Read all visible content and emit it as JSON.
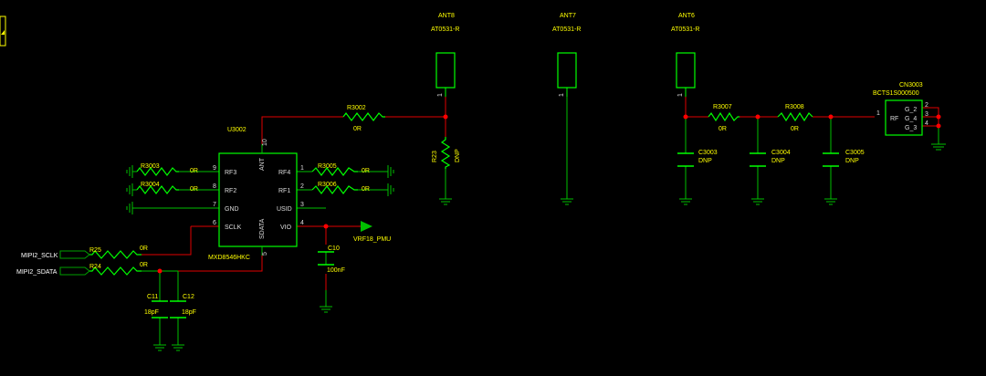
{
  "antennas": [
    {
      "ref": "ANT8",
      "value": "AT0531-R",
      "pin": "1"
    },
    {
      "ref": "ANT7",
      "value": "AT0531-R",
      "pin": "1"
    },
    {
      "ref": "ANT6",
      "value": "AT0531-R",
      "pin": "1"
    }
  ],
  "switch": {
    "ref": "U3002",
    "part": "MXD8546HKC",
    "ant_label": "ANT",
    "ant_pin": "10",
    "sdata_label": "SDATA",
    "sdata_pin": "5",
    "left_pins": [
      {
        "label": "RF3",
        "num": "9"
      },
      {
        "label": "RF2",
        "num": "8"
      },
      {
        "label": "GND",
        "num": "7"
      },
      {
        "label": "SCLK",
        "num": "6"
      }
    ],
    "right_pins": [
      {
        "label": "RF4",
        "num": "1"
      },
      {
        "label": "RF1",
        "num": "2"
      },
      {
        "label": "USID",
        "num": "3"
      },
      {
        "label": "VIO",
        "num": "4"
      }
    ]
  },
  "resistors": {
    "r3002": {
      "ref": "R3002",
      "value": "0R"
    },
    "r3003": {
      "ref": "R3003",
      "value": "0R"
    },
    "r3004": {
      "ref": "R3004",
      "value": "0R"
    },
    "r3005": {
      "ref": "R3005",
      "value": "0R"
    },
    "r3006": {
      "ref": "R3006",
      "value": "0R"
    },
    "r25": {
      "ref": "R25",
      "value": "0R"
    },
    "r24": {
      "ref": "R24",
      "value": "0R"
    },
    "r23": {
      "ref": "R23",
      "value": "DNP"
    },
    "r3007": {
      "ref": "R3007",
      "value": "0R"
    },
    "r3008": {
      "ref": "R3008",
      "value": "0R"
    }
  },
  "capacitors": {
    "c10": {
      "ref": "C10",
      "value": "100nF"
    },
    "c11": {
      "ref": "C11",
      "value": "18pF"
    },
    "c12": {
      "ref": "C12",
      "value": "18pF"
    },
    "c3003": {
      "ref": "C3003",
      "value": "DNP"
    },
    "c3004": {
      "ref": "C3004",
      "value": "DNP"
    },
    "c3005": {
      "ref": "C3005",
      "value": "DNP"
    }
  },
  "nets": {
    "vio": "VRF18_PMU",
    "sclk": "MIPI2_SCLK",
    "sdata": "MIPI2_SDATA"
  },
  "connector": {
    "ref": "CN3003",
    "part": "BCTS1S000500",
    "rf_label": "RF",
    "rf_pin": "1",
    "pins": [
      {
        "label": "G_2",
        "num": "2"
      },
      {
        "label": "G_4",
        "num": "3"
      },
      {
        "label": "G_3",
        "num": "4"
      }
    ]
  },
  "colors": {
    "background": "#000000",
    "wire": "#00c000",
    "net_wire": "#e00000",
    "component": "#00ff00",
    "text": "#ffff00",
    "junction": "#ff0000",
    "port": "#00a000"
  }
}
